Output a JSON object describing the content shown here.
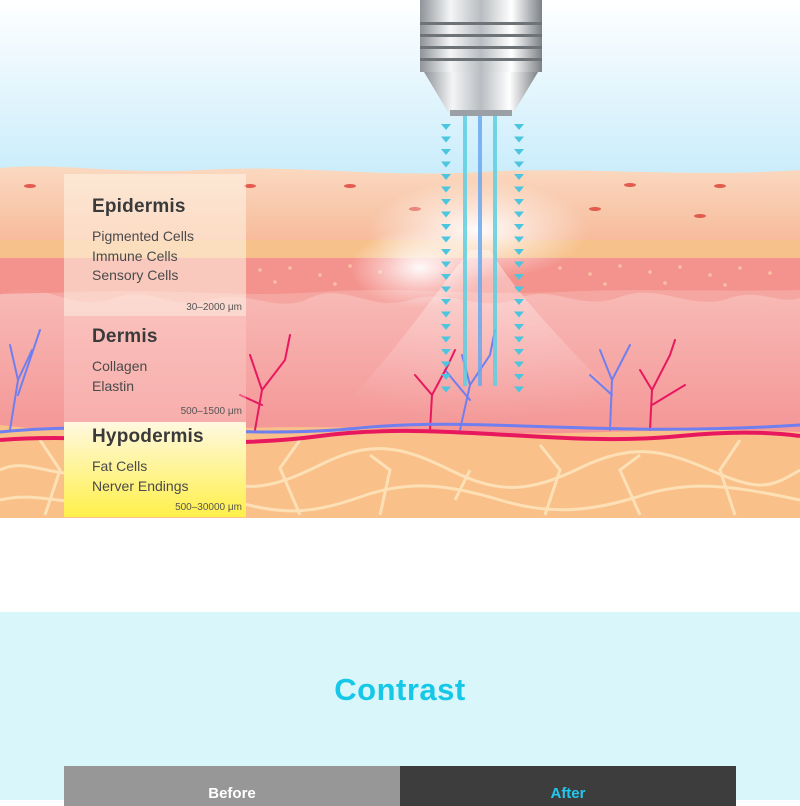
{
  "layers": {
    "epidermis": {
      "title": "Epidermis",
      "items": [
        "Pigmented Cells",
        "Immune Cells",
        "Sensory Cells"
      ],
      "range": "30–2000 μm"
    },
    "dermis": {
      "title": "Dermis",
      "items": [
        "Collagen",
        "Elastin"
      ],
      "range": "500–1500 μm"
    },
    "hypodermis": {
      "title": "Hypodermis",
      "items": [
        "Fat Cells",
        "Nerver Endings"
      ],
      "range": "500–30000 μm"
    }
  },
  "contrast": {
    "title": "Contrast",
    "before_label": "Before",
    "after_label": "After"
  },
  "colors": {
    "accent": "#16c8e8",
    "beam": "#5ccfe0",
    "vein": "#6f7ff0",
    "artery": "#e8185f",
    "fat": "#f9c08a",
    "dermis": "#f28c8c",
    "epidermis": "#f8c4a0"
  },
  "icons": [
    "applicator-probe-icon",
    "light-beam-icon"
  ]
}
